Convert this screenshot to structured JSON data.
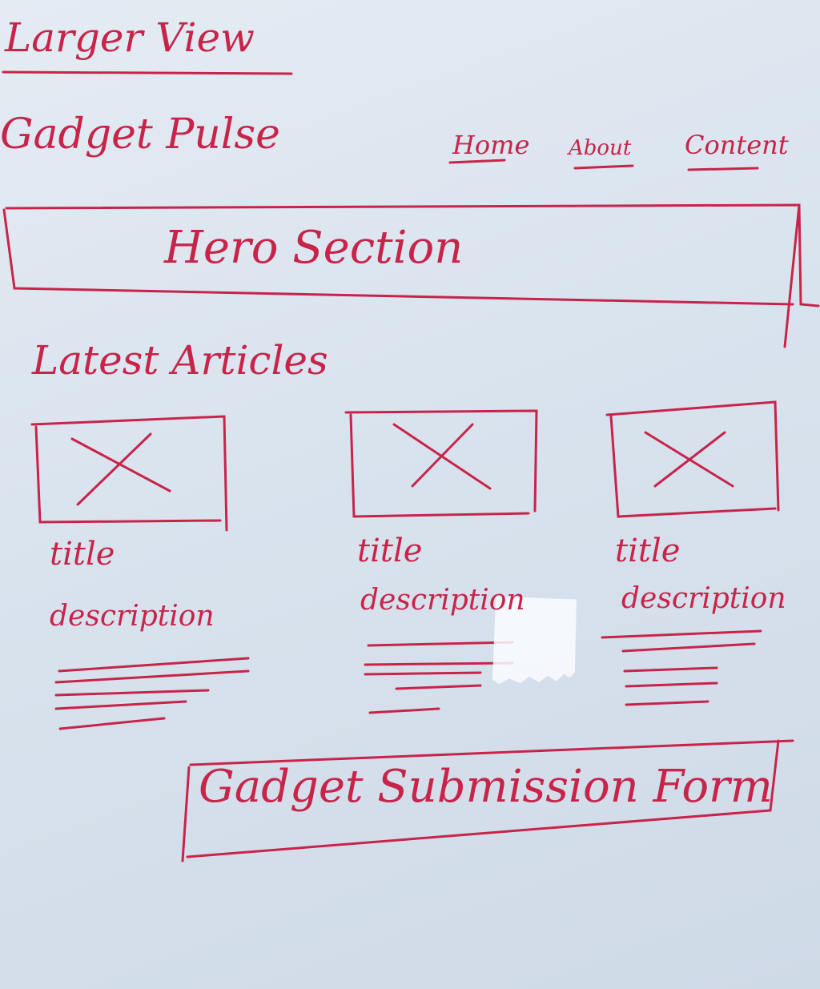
{
  "sketch": {
    "page_heading": "Larger View",
    "brand": "Gadget Pulse",
    "nav": [
      "Home",
      "About",
      "Content"
    ],
    "hero": "Hero Section",
    "section_title": "Latest Articles",
    "cards": [
      {
        "title": "title",
        "description": "description"
      },
      {
        "title": "title",
        "description": "description"
      },
      {
        "title": "title",
        "description": "description"
      }
    ],
    "form": "Gadget Submission Form"
  },
  "colors": {
    "ink": "#c8244a",
    "paper": "#dde6f0"
  }
}
